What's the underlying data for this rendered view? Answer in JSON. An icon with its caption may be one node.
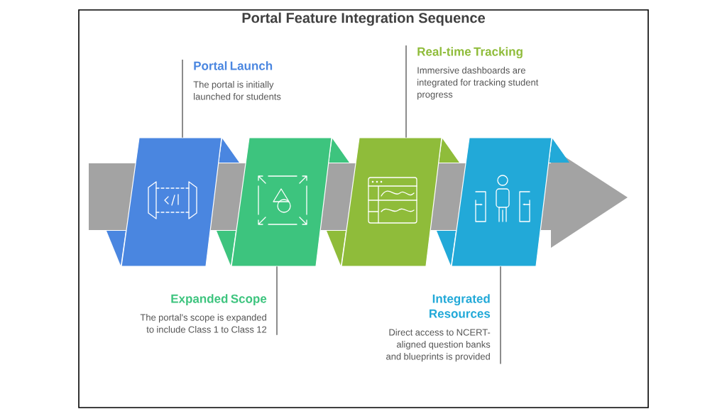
{
  "diagram": {
    "title": "Portal Feature Integration Sequence",
    "nodes": [
      {
        "text": [
          "Portal Launch",
          "The portal is initially launched for students"
        ]
      },
      {
        "text": [
          "Real-time Tracking",
          "Immersive dashboards are integrated for tracking student progress"
        ]
      },
      {
        "text": [],
        "shape": "parallelogram"
      },
      {
        "text": [],
        "shape": "parallelogram"
      },
      {
        "text": [],
        "shape": "parallelogram"
      },
      {
        "text": [],
        "shape": "parallelogram"
      },
      {
        "text": [
          "Expanded Scope",
          "The portal's scope is expanded to include Class 1 to Class 12"
        ]
      },
      {
        "text": [
          "Integrated Resources",
          "Direct access to NCERT-aligned question banks and blueprints is provided"
        ]
      }
    ],
    "edges": [
      {
        "from": 0,
        "to": 2,
        "arrow": "none"
      },
      {
        "from": 6,
        "to": 3,
        "arrow": "none"
      },
      {
        "from": 1,
        "to": 4,
        "arrow": "none"
      },
      {
        "from": 7,
        "to": 5,
        "arrow": "none"
      }
    ]
  }
}
